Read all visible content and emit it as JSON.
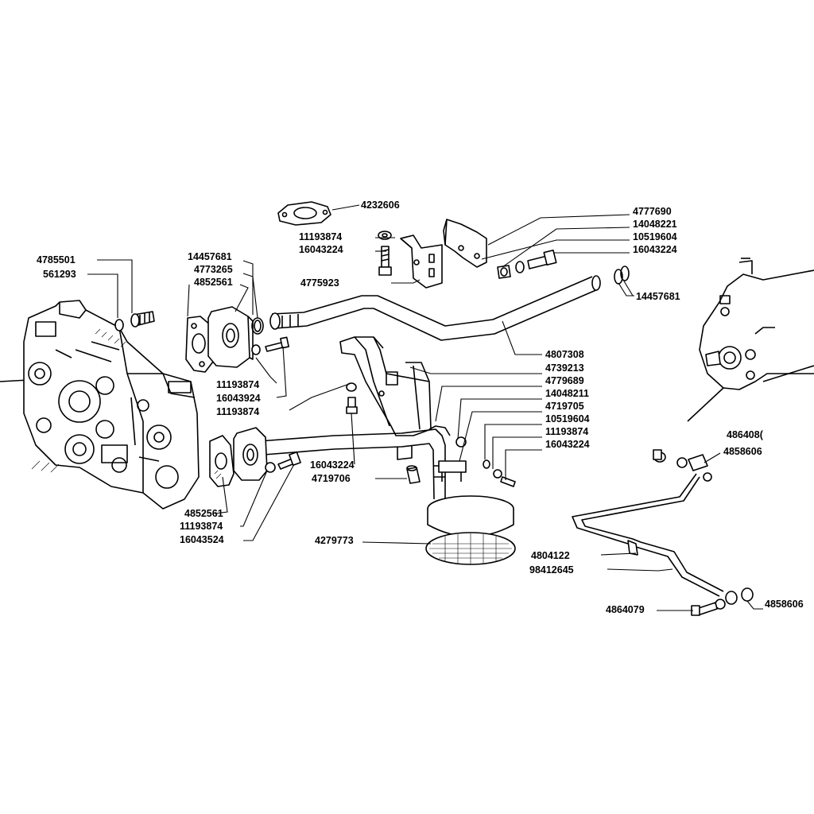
{
  "colors": {
    "ink": "#000000",
    "paper": "#ffffff"
  },
  "labels": [
    {
      "id": "l1",
      "text": "4232606"
    },
    {
      "id": "l2",
      "text": "4777690"
    },
    {
      "id": "l3",
      "text": "14048221"
    },
    {
      "id": "l4",
      "text": "10519604"
    },
    {
      "id": "l5",
      "text": "16043224"
    },
    {
      "id": "l6",
      "text": "11193874"
    },
    {
      "id": "l7",
      "text": "16043224"
    },
    {
      "id": "l8",
      "text": "4775923"
    },
    {
      "id": "l9",
      "text": "14457681"
    },
    {
      "id": "l10",
      "text": "4773265"
    },
    {
      "id": "l11",
      "text": "4852561"
    },
    {
      "id": "l12",
      "text": "4785501"
    },
    {
      "id": "l13",
      "text": "561293"
    },
    {
      "id": "l14",
      "text": "14457681"
    },
    {
      "id": "l15",
      "text": "4807308"
    },
    {
      "id": "l16",
      "text": "4739213"
    },
    {
      "id": "l17",
      "text": "4779689"
    },
    {
      "id": "l18",
      "text": "14048211"
    },
    {
      "id": "l19",
      "text": "4719705"
    },
    {
      "id": "l20",
      "text": "10519604"
    },
    {
      "id": "l21",
      "text": "11193874"
    },
    {
      "id": "l22",
      "text": "16043224"
    },
    {
      "id": "l23",
      "text": "11193874"
    },
    {
      "id": "l24",
      "text": "16043924"
    },
    {
      "id": "l25",
      "text": "11193874"
    },
    {
      "id": "l26",
      "text": "16043224"
    },
    {
      "id": "l27",
      "text": "4719706"
    },
    {
      "id": "l28",
      "text": "4852561"
    },
    {
      "id": "l29",
      "text": "11193874"
    },
    {
      "id": "l30",
      "text": "16043524"
    },
    {
      "id": "l31",
      "text": "4279773"
    },
    {
      "id": "l32",
      "text": "486408("
    },
    {
      "id": "l33",
      "text": "4858606"
    },
    {
      "id": "l34",
      "text": "4804122"
    },
    {
      "id": "l35",
      "text": "98412645"
    },
    {
      "id": "l36",
      "text": "4864079"
    },
    {
      "id": "l37",
      "text": "4858606"
    }
  ]
}
